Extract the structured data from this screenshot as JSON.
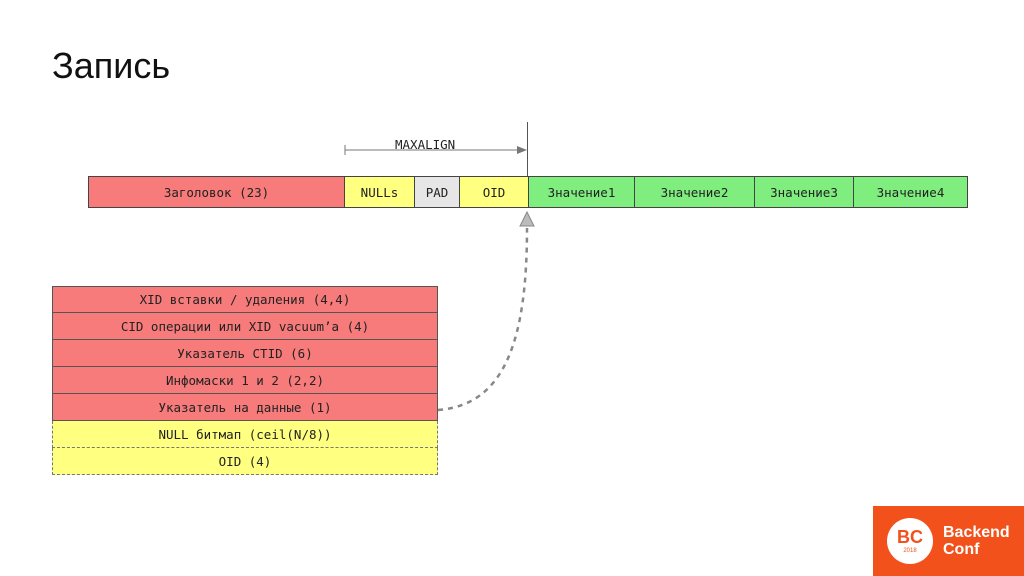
{
  "title": "Запись",
  "maxalign_label": "MAXALIGN",
  "record_cells": [
    {
      "label": "Заголовок (23)",
      "color": "#f77b7b"
    },
    {
      "label": "NULLs",
      "color": "#ffff80"
    },
    {
      "label": "PAD",
      "color": "#e6e6e6"
    },
    {
      "label": "OID",
      "color": "#ffff80"
    },
    {
      "label": "Значение1",
      "color": "#7fee7f"
    },
    {
      "label": "Значение2",
      "color": "#7fee7f"
    },
    {
      "label": "Значение3",
      "color": "#7fee7f"
    },
    {
      "label": "Значение4",
      "color": "#7fee7f"
    }
  ],
  "header_fields": [
    {
      "label": "XID вставки / удаления (4,4)",
      "color": "#f77b7b"
    },
    {
      "label": "CID операции или XID vacuum’а (4)",
      "color": "#f77b7b"
    },
    {
      "label": "Указатель CTID (6)",
      "color": "#f77b7b"
    },
    {
      "label": "Инфомаски 1 и 2 (2,2)",
      "color": "#f77b7b"
    },
    {
      "label": "Указатель на данные (1)",
      "color": "#f77b7b"
    },
    {
      "label": "NULL битмап (ceil(N/8))",
      "color": "#ffff80"
    },
    {
      "label": "OID (4)",
      "color": "#ffff80"
    }
  ],
  "logo": {
    "mark": "BC",
    "year": "2018",
    "line1": "Backend",
    "line2": "Conf",
    "brand_color": "#f2511b"
  }
}
